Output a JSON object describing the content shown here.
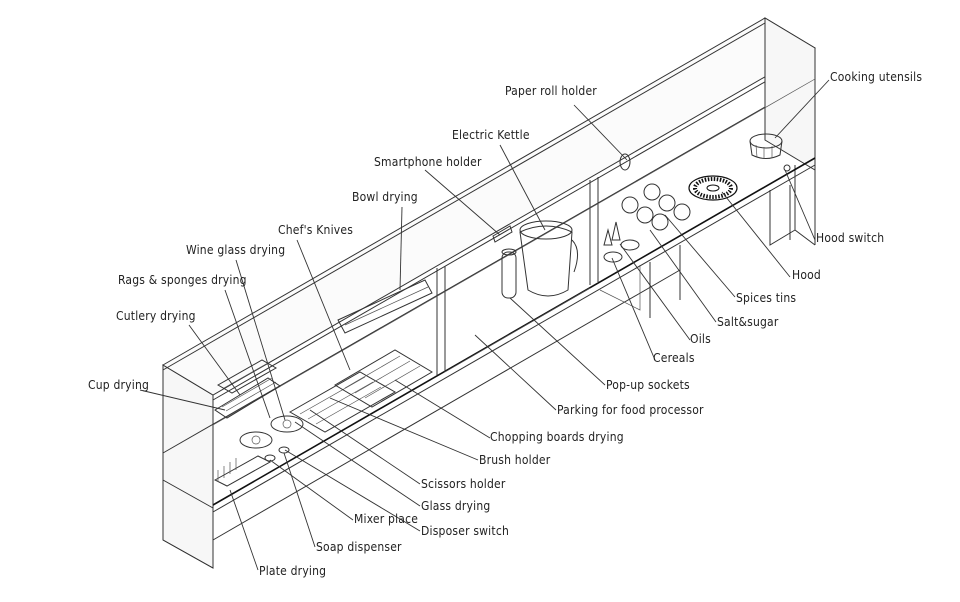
{
  "labels": {
    "paper_roll_holder": "Paper roll holder",
    "cooking_utensils": "Cooking utensils",
    "electric_kettle": "Electric Kettle",
    "smartphone_holder": "Smartphone holder",
    "bowl_drying": "Bowl drying",
    "chefs_knives": "Chef's Knives",
    "wine_glass_drying": "Wine glass drying",
    "rags_sponges_drying": "Rags & sponges drying",
    "cutlery_drying": "Cutlery drying",
    "cup_drying": "Cup drying",
    "hood_switch": "Hood switch",
    "hood": "Hood",
    "spices_tins": "Spices tins",
    "salt_sugar": "Salt&sugar",
    "oils": "Oils",
    "cereals": "Cereals",
    "popup_sockets": "Pop-up sockets",
    "parking_food_processor": "Parking for food processor",
    "chopping_boards_drying": "Chopping boards drying",
    "brush_holder": "Brush holder",
    "scissors_holder": "Scissors holder",
    "glass_drying": "Glass drying",
    "disposer_switch": "Disposer switch",
    "mixer_place": "Mixer place",
    "soap_dispenser": "Soap dispenser",
    "plate_drying": "Plate drying"
  }
}
